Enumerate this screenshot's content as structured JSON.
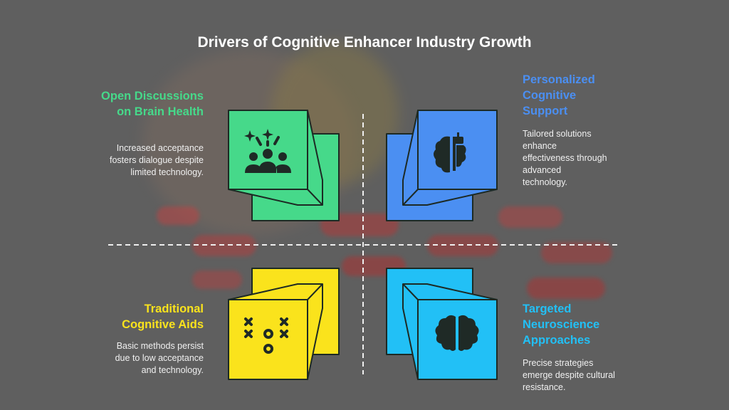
{
  "title": "Drivers of Cognitive Enhancer Industry Growth",
  "colors": {
    "green": "#46d98a",
    "blue": "#4b8ff2",
    "yellow": "#fae31c",
    "cyan": "#22c0f6",
    "background": "#5f5f5f"
  },
  "quadrants": [
    {
      "heading": "Open Discussions on Brain Health",
      "description": "Increased acceptance fosters dialogue despite limited technology.",
      "icon": "celebrating-people-icon"
    },
    {
      "heading": "Personalized Cognitive Support",
      "description": "Tailored solutions enhance effectiveness through advanced technology.",
      "icon": "brain-robot-icon"
    },
    {
      "heading": "Traditional Cognitive Aids",
      "description": "Basic methods persist due to low acceptance and technology.",
      "icon": "tic-tac-toe-strategy-icon"
    },
    {
      "heading": "Targeted Neuroscience Approaches",
      "description": "Precise strategies emerge despite cultural resistance.",
      "icon": "brain-icon"
    }
  ]
}
